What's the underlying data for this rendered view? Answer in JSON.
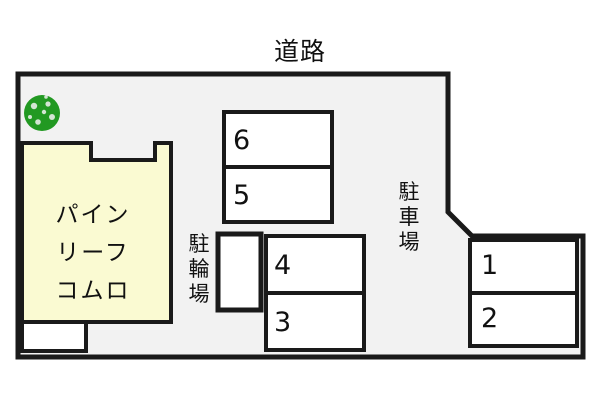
{
  "diagram": {
    "type": "property-site-plan",
    "road_label": "道路",
    "building_name": "パインリーフコムロ",
    "building_name_lines": [
      "パイン",
      "リーフ",
      "コムロ"
    ],
    "bicycle_parking_label": "駐輪場",
    "car_parking_label": "駐車場",
    "tree_icon": "tree-icon",
    "colors": {
      "building_fill": "#FAFAD2",
      "site_fill": "#F2F2F2",
      "stall_fill": "#FFFFFF",
      "outline": "#1A1A1A",
      "tree_green": "#229922",
      "page_background": "#FFFFFF"
    },
    "parking_stalls": [
      {
        "number": "6",
        "group": "upper-middle"
      },
      {
        "number": "5",
        "group": "upper-middle"
      },
      {
        "number": "4",
        "group": "lower-middle"
      },
      {
        "number": "3",
        "group": "lower-middle"
      },
      {
        "number": "1",
        "group": "right"
      },
      {
        "number": "2",
        "group": "right"
      }
    ],
    "stall_count": 6
  }
}
